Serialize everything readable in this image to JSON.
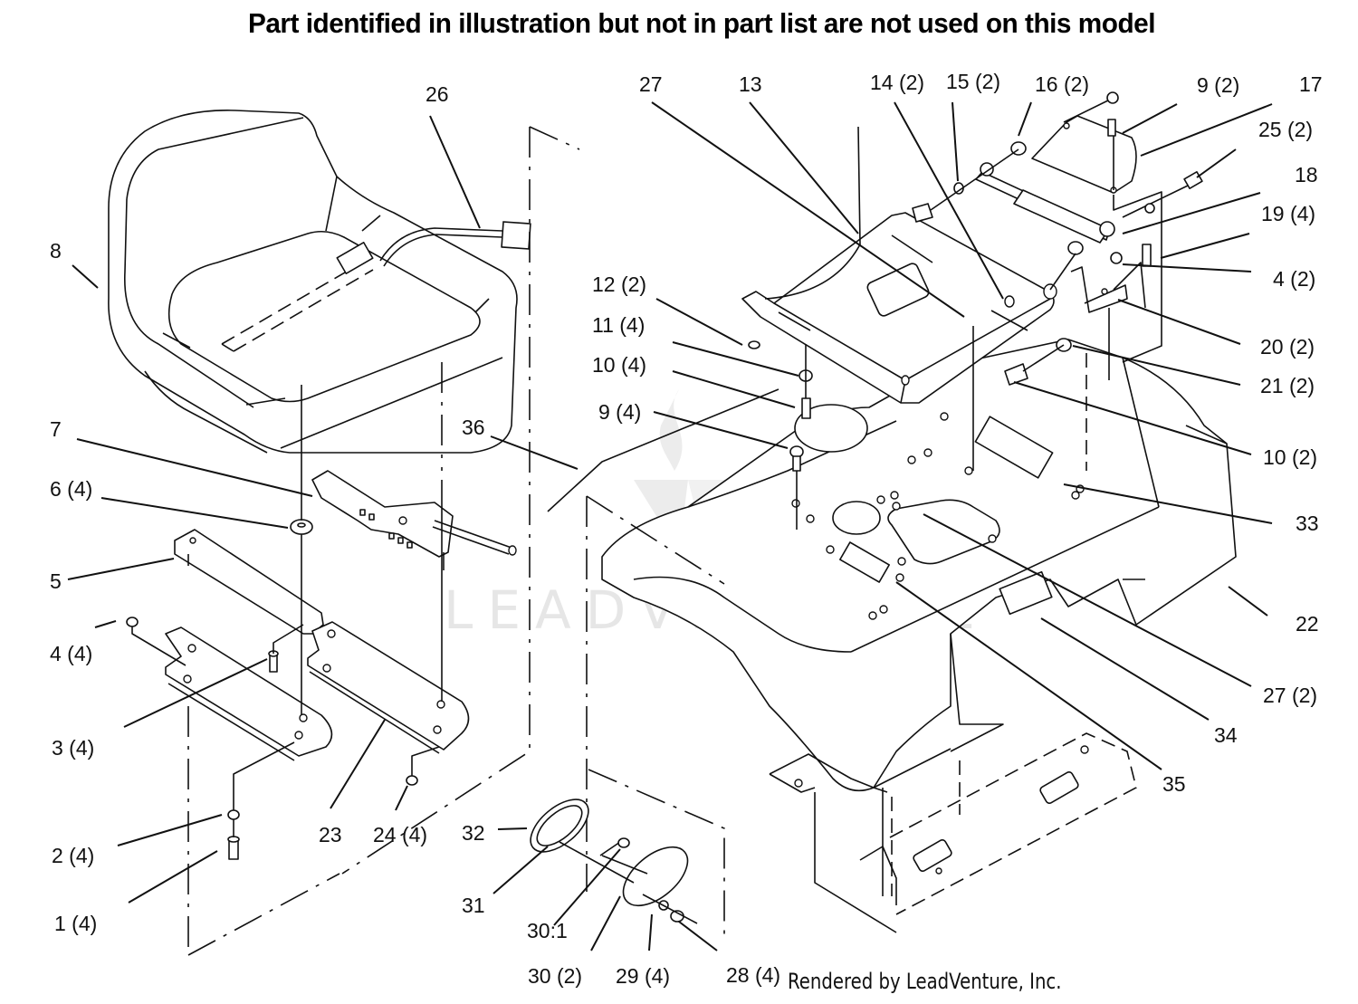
{
  "title": "Part identified in illustration but not in part list are not used on this model",
  "footer": "Rendered by LeadVenture, Inc.",
  "watermark": "LEADVENTURE",
  "callouts": {
    "c1": "1 (4)",
    "c2": "2 (4)",
    "c3": "3 (4)",
    "c4a": "4 (4)",
    "c5": "5",
    "c6": "6 (4)",
    "c7": "7",
    "c8": "8",
    "c26": "26",
    "c23": "23",
    "c24": "24 (4)",
    "c36": "36",
    "c32": "32",
    "c31": "31",
    "c30a": "30:1",
    "c30b": "30 (2)",
    "c29": "29 (4)",
    "c28": "28 (4)",
    "c27a": "27",
    "c13": "13",
    "c14": "14 (2)",
    "c15": "15 (2)",
    "c16": "16 (2)",
    "c9a": "9 (2)",
    "c17": "17",
    "c25": "25 (2)",
    "c18": "18",
    "c19": "19 (4)",
    "c4b": "4 (2)",
    "c20": "20 (2)",
    "c21": "21 (2)",
    "c10b": "10 (2)",
    "c33": "33",
    "c22": "22",
    "c27b": "27 (2)",
    "c34": "34",
    "c35": "35",
    "c12": "12 (2)",
    "c11": "11 (4)",
    "c10a": "10 (4)",
    "c9b": "9 (4)"
  }
}
